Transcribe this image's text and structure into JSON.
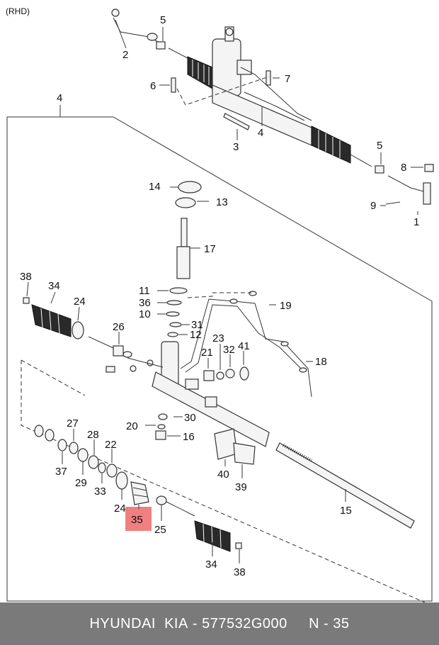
{
  "diagram": {
    "variant_label": "(RHD)",
    "callouts": [
      "1",
      "2",
      "3",
      "4",
      "4",
      "5",
      "5",
      "6",
      "7",
      "8",
      "9",
      "14",
      "13",
      "17",
      "11",
      "36",
      "10",
      "31",
      "12",
      "19",
      "23",
      "32",
      "41",
      "21",
      "18",
      "38",
      "34",
      "24",
      "26",
      "27",
      "28",
      "22",
      "20",
      "30",
      "16",
      "37",
      "29",
      "33",
      "24",
      "35",
      "25",
      "40",
      "39",
      "15",
      "34",
      "38"
    ],
    "highlighted_part": "35",
    "highlight_color": "#f08080"
  },
  "footer": {
    "brand": "HYUNDAI  KIA",
    "part_number": "577532G000",
    "ref_label": "N - 35"
  }
}
